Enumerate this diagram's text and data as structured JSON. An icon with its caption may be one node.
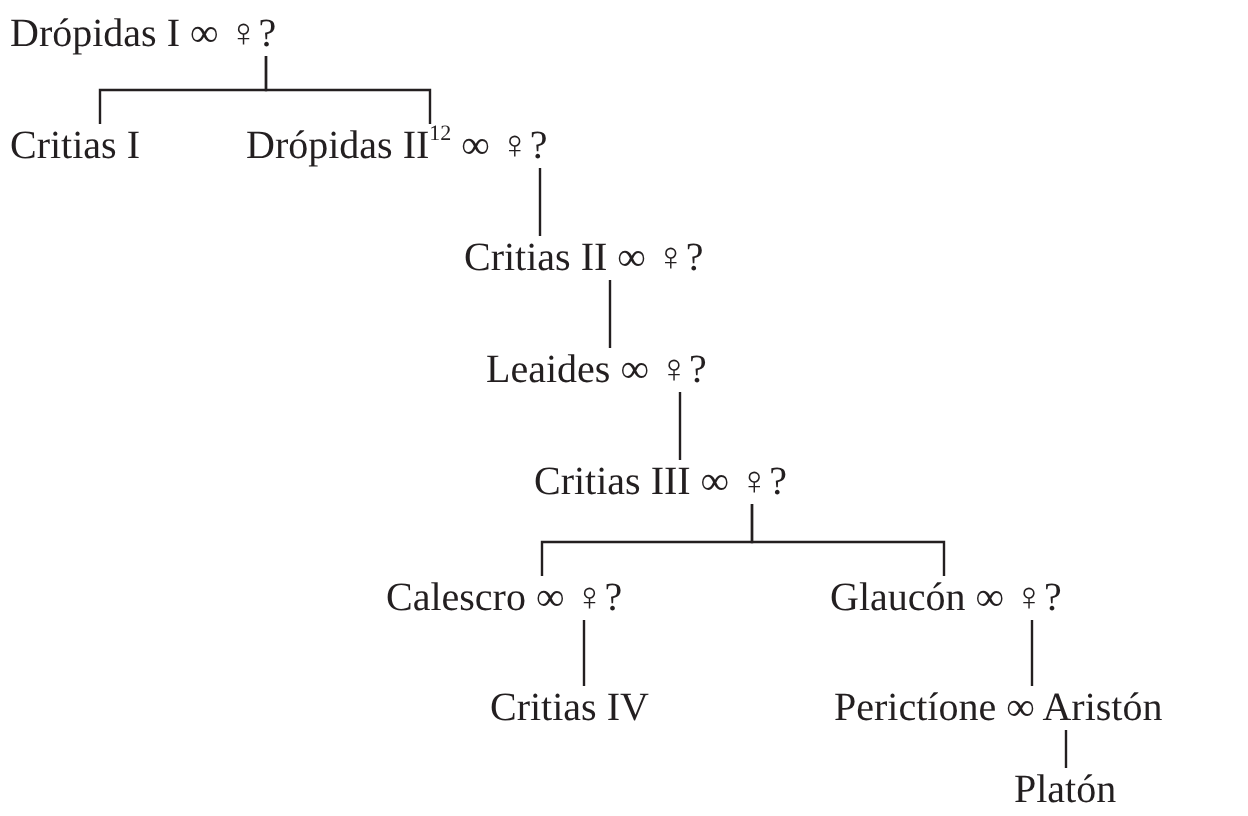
{
  "diagram": {
    "nodes": [
      {
        "text": [
          "Drópidas I ∞ ♀?"
        ]
      },
      {
        "text": [
          "Critias I"
        ]
      },
      {
        "text": [
          "Drópidas II$^{12}$ ∞ ♀?"
        ]
      },
      {
        "text": [
          "Critias II ∞ ♀?"
        ]
      },
      {
        "text": [
          "Leaides ∞ ♀?"
        ]
      },
      {
        "text": [
          "Critias III ∞ ♀?"
        ]
      },
      {
        "text": [
          "Calescro ∞ ♀?"
        ]
      },
      {
        "text": [
          "Glaucón ∞ ♀?"
        ]
      },
      {
        "text": [
          "Critias IV"
        ]
      },
      {
        "text": [
          "Perictíone ∞ Aristón"
        ]
      },
      {
        "text": [
          "Platón"
        ]
      }
    ],
    "edges": [
      {
        "from": 0,
        "to": 1,
        "arrow": "none"
      },
      {
        "from": 0,
        "to": 2,
        "arrow": "none"
      },
      {
        "from": 2,
        "to": 3,
        "arrow": "none"
      },
      {
        "from": 3,
        "to": 4,
        "arrow": "none"
      },
      {
        "from": 4,
        "to": 5,
        "arrow": "none"
      },
      {
        "from": 5,
        "to": 6,
        "arrow": "none"
      },
      {
        "from": 5,
        "to": 7,
        "arrow": "none"
      },
      {
        "from": 6,
        "to": 8,
        "arrow": "none"
      },
      {
        "from": 7,
        "to": 9,
        "arrow": "none"
      },
      {
        "from": 9,
        "to": 10,
        "arrow": "none"
      }
    ]
  }
}
